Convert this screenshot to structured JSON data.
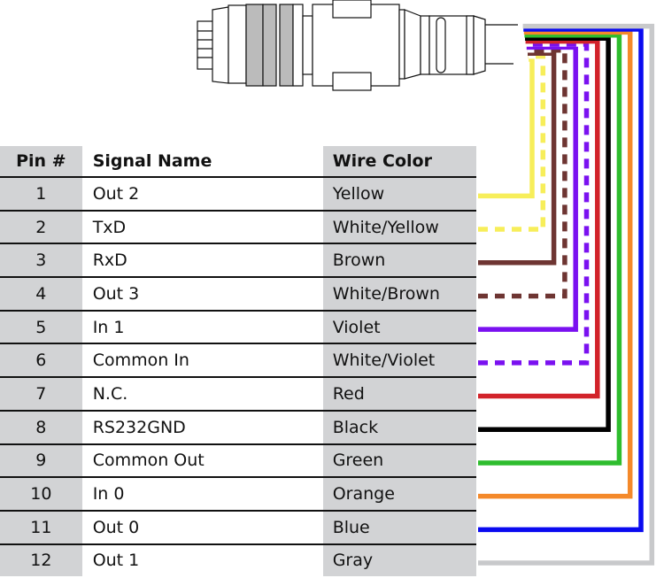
{
  "table": {
    "headers": {
      "pin": "Pin #",
      "signal": "Signal Name",
      "color": "Wire Color"
    },
    "rows": [
      {
        "pin": "1",
        "signal": "Out 2",
        "color": "Yellow",
        "hex": "#f7ee5a",
        "striped": false
      },
      {
        "pin": "2",
        "signal": "TxD",
        "color": "White/Yellow",
        "hex": "#f7ee5a",
        "striped": true
      },
      {
        "pin": "3",
        "signal": "RxD",
        "color": "Brown",
        "hex": "#6e3532",
        "striped": false
      },
      {
        "pin": "4",
        "signal": "Out 3",
        "color": "White/Brown",
        "hex": "#6e3532",
        "striped": true
      },
      {
        "pin": "5",
        "signal": "In 1",
        "color": "Violet",
        "hex": "#7a11f0",
        "striped": false
      },
      {
        "pin": "6",
        "signal": "Common In",
        "color": "White/Violet",
        "hex": "#7a11f0",
        "striped": true
      },
      {
        "pin": "7",
        "signal": "N.C.",
        "color": "Red",
        "hex": "#d2232a",
        "striped": false
      },
      {
        "pin": "8",
        "signal": "RS232GND",
        "color": "Black",
        "hex": "#000000",
        "striped": false
      },
      {
        "pin": "9",
        "signal": "Common Out",
        "color": "Green",
        "hex": "#2ebd2e",
        "striped": false
      },
      {
        "pin": "10",
        "signal": "In 0",
        "color": "Orange",
        "hex": "#f4892a",
        "striped": false
      },
      {
        "pin": "11",
        "signal": "Out 0",
        "color": "Blue",
        "hex": "#0a0af0",
        "striped": false
      },
      {
        "pin": "12",
        "signal": "Out 1",
        "color": "Gray",
        "hex": "#c8c9cb",
        "striped": false
      }
    ]
  }
}
